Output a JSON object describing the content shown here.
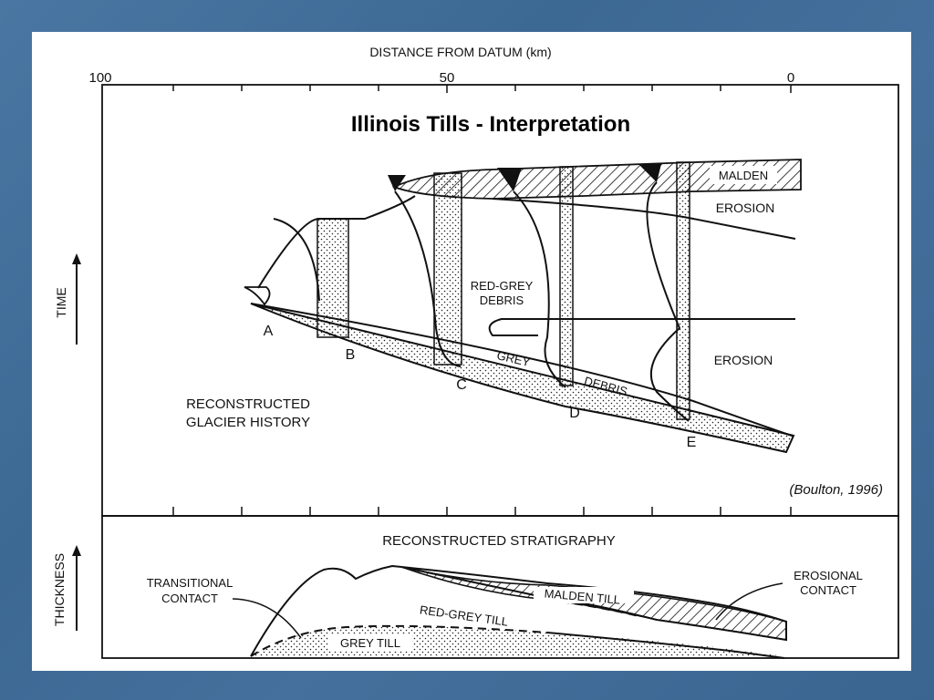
{
  "slide": {
    "title": "Illinois Tills - Interpretation",
    "citation": "(Boulton, 1996)"
  },
  "top_panel": {
    "x_axis_title": "DISTANCE FROM DATUM (km)",
    "x_ticks": [
      "100",
      "50",
      "0"
    ],
    "y_axis_label": "TIME",
    "labels": {
      "malden": "MALDEN",
      "erosion_upper": "EROSION",
      "erosion_lower": "EROSION",
      "red_grey_1": "RED-GREY",
      "red_grey_2": "DEBRIS",
      "grey": "GREY",
      "debris": "DEBRIS",
      "reconstructed_1": "RECONSTRUCTED",
      "reconstructed_2": "GLACIER HISTORY"
    },
    "points": [
      "A",
      "B",
      "C",
      "D",
      "E"
    ]
  },
  "bottom_panel": {
    "title": "RECONSTRUCTED STRATIGRAPHY",
    "y_axis_label": "THICKNESS",
    "labels": {
      "transitional_1": "TRANSITIONAL",
      "transitional_2": "CONTACT",
      "erosional_1": "EROSIONAL",
      "erosional_2": "CONTACT",
      "malden_till": "MALDEN TILL",
      "red_grey_till": "RED-GREY TILL",
      "grey_till": "GREY TILL"
    }
  },
  "colors": {
    "background": "#3e6a98",
    "paper": "#ffffff",
    "ink": "#111111"
  }
}
